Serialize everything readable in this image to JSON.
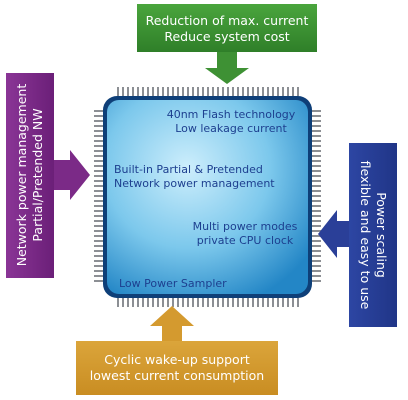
{
  "top_box": {
    "line1": "Reduction of max. current",
    "line2": "Reduce system cost",
    "color": "#3e9134"
  },
  "left_box": {
    "line1": "Network power management",
    "line2": "Partial/Pretended NW",
    "color": "#7b2a87"
  },
  "right_box": {
    "line1": "Power scaling",
    "line2": "flexible and easy to use",
    "color": "#2a3f98"
  },
  "bottom_box": {
    "line1": "Cyclic wake-up support",
    "line2": "lowest current consumption",
    "color": "#d49a2f"
  },
  "chip": {
    "flash_line1": "40nm Flash technology",
    "flash_line2": "Low leakage current",
    "network_line1": "Built-in Partial & Pretended",
    "network_line2": "Network power management",
    "modes_line1": "Multi power modes",
    "modes_line2": "private CPU clock",
    "sampler": "Low Power Sampler",
    "color_light": "#c5ebfb",
    "color_dark": "#2a96cf"
  }
}
